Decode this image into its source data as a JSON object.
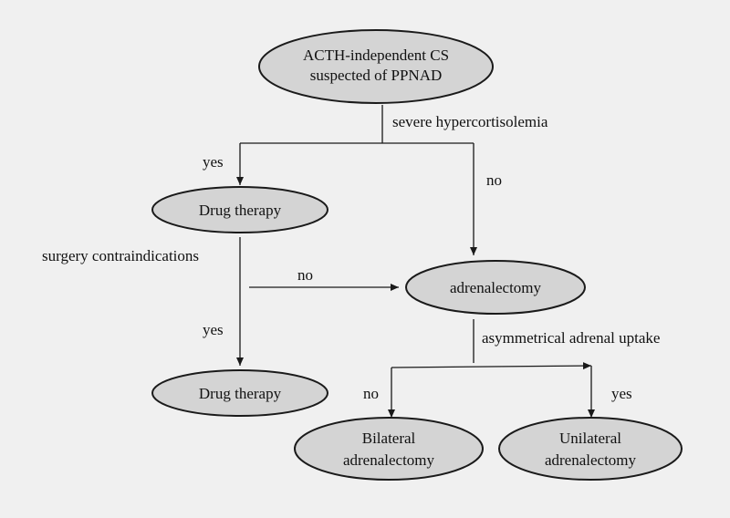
{
  "nodes": {
    "start": [
      "ACTH-independent  CS",
      "suspected of PPNAD"
    ],
    "drug1": [
      "Drug therapy"
    ],
    "adrenalectomy": [
      "adrenalectomy"
    ],
    "drug2": [
      "Drug therapy"
    ],
    "bilateral": [
      "Bilateral",
      "adrenalectomy"
    ],
    "unilateral": [
      "Unilateral",
      "adrenalectomy"
    ]
  },
  "labels": {
    "severe": "severe hypercortisolemia",
    "yes1": "yes",
    "no1": "no",
    "surgery": "surgery contraindications",
    "no2": "no",
    "yes2": "yes",
    "asym": "asymmetrical  adrenal  uptake",
    "no3": "no",
    "yes3": "yes"
  }
}
